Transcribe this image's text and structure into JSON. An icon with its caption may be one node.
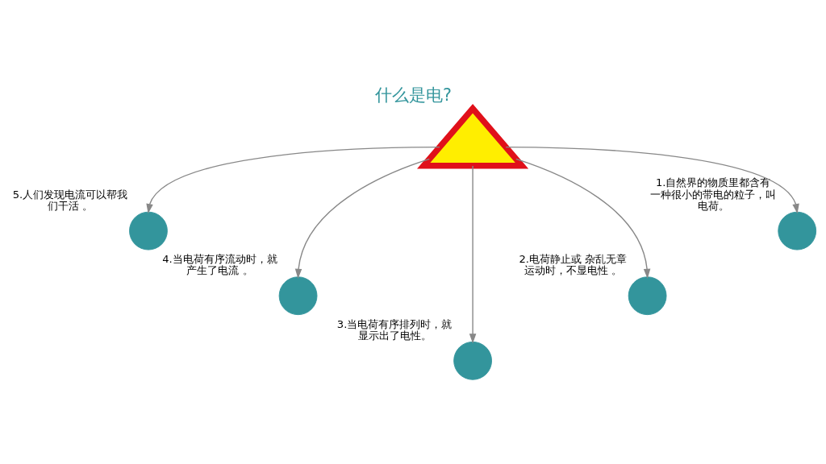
{
  "diagram": {
    "title": "什么是电?",
    "nodes": [
      {
        "text": [],
        "shape": "picture"
      },
      {
        "text": [],
        "shape": "circle",
        "beside": [
          "5.人们发现电流可以帮我们干活 。"
        ]
      },
      {
        "text": [],
        "shape": "circle",
        "beside": [
          "4.当电荷有序流动时，就产生了电流 。"
        ]
      },
      {
        "text": [],
        "shape": "circle",
        "beside": [
          "3.当电荷有序排列时，就显示出了电性。"
        ]
      },
      {
        "text": [],
        "shape": "circle",
        "beside": [
          "2.电荷静止或 杂乱无章运动时，不显电性 。"
        ]
      },
      {
        "text": [],
        "shape": "circle",
        "beside": [
          "1.自然界的物质里都含有一种很小的带电的粒子，叫电荷。"
        ]
      }
    ],
    "edges": [
      {
        "from": 0,
        "to": 1,
        "arrow": "to"
      },
      {
        "from": 0,
        "to": 2,
        "arrow": "to"
      },
      {
        "from": 0,
        "to": 3,
        "arrow": "to"
      },
      {
        "from": 0,
        "to": 4,
        "arrow": "to"
      },
      {
        "from": 0,
        "to": 5,
        "arrow": "to"
      }
    ]
  }
}
